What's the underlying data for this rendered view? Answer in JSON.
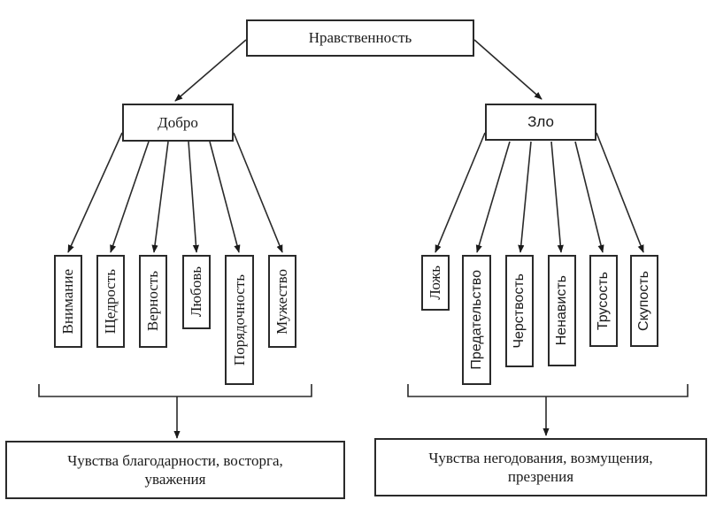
{
  "diagram": {
    "root": {
      "label": "Нравственность"
    },
    "branches": [
      {
        "id": "good",
        "label": "Добро",
        "qualities": [
          "Внимание",
          "Щедрость",
          "Верность",
          "Любовь",
          "Порядочность",
          "Мужество"
        ],
        "outcome": {
          "line1": "Чувства благодарности, восторга,",
          "line2": "уважения"
        }
      },
      {
        "id": "evil",
        "label": "Зло",
        "qualities": [
          "Ложь",
          "Предательство",
          "Черствость",
          "Ненависть",
          "Трусость",
          "Скупость"
        ],
        "outcome": {
          "line1": "Чувства негодования, возмущения,",
          "line2": "презрения"
        }
      }
    ]
  }
}
